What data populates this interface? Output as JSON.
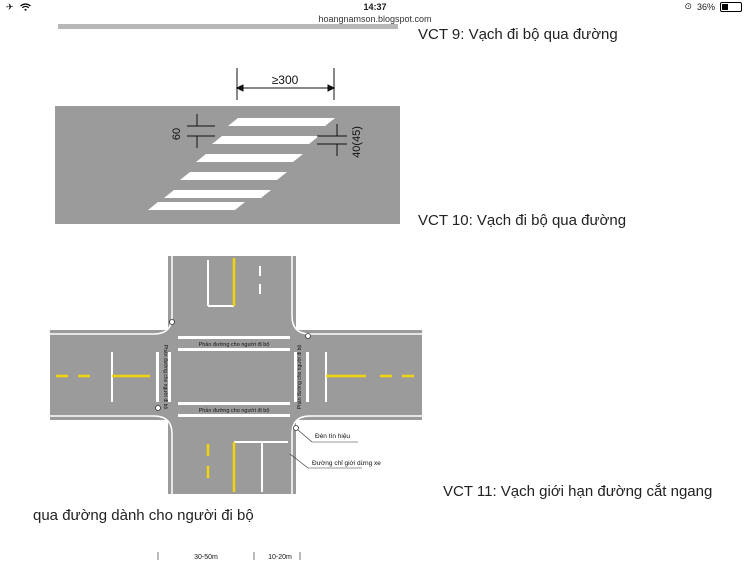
{
  "status_bar": {
    "time": "14:37",
    "battery": "36%",
    "battery_level": 0.36
  },
  "browser": {
    "url": "hoangnamson.blogspot.com"
  },
  "captions": {
    "vct9": "VCT 9: Vạch đi bộ qua đường",
    "vct10": "VCT 10: Vạch đi bộ qua đường",
    "vct11_line1": "VCT 11: Vạch giới hạn đường cắt ngang",
    "vct11_line2": "qua đường dành cho người đi bộ"
  },
  "crosswalk_diagram": {
    "width_label": "≥300",
    "stripe_label": "60",
    "gap_label": "40(45)"
  },
  "intersection_diagram": {
    "crossing_label": "Phần đường cho người đi bộ",
    "side_crossing_label": "Phần đường cho người đi bộ",
    "signal_label": "Đèn tín hiệu",
    "stop_line_label": "Đường chỉ giới dừng xe"
  },
  "bottom_diagram": {
    "distance_1": "30-50m",
    "distance_2": "10-20m"
  },
  "colors": {
    "road": "#9b9b9b",
    "marking": "#ffffff",
    "center_line": "#f2d40a"
  }
}
